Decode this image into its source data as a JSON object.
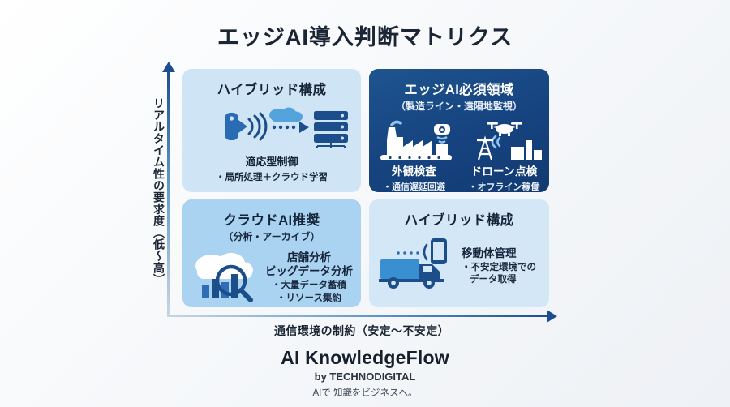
{
  "title": "エッジAI導入判断マトリクス",
  "axes": {
    "y_label": "リアルタイム性の要求度（低〜高）",
    "x_label": "通信環境の制約（安定〜不安定）"
  },
  "quadrants": {
    "top_left": {
      "title": "ハイブリッド構成",
      "caption": "適応型制御",
      "bullet": "・局所処理＋クラウド学習",
      "icons": [
        "sensor-icon",
        "cloud-icon",
        "dotted-arrow-icon",
        "server-rack-icon"
      ]
    },
    "top_right": {
      "title": "エッジAI必須領域",
      "subtitle": "（製造ライン・遠隔地監視）",
      "items": [
        {
          "heading": "外観検査",
          "bullet": "・通信遅延回避",
          "icon": "factory-camera-icon"
        },
        {
          "heading": "ドローン点検",
          "bullet": "・オフライン稼働",
          "icon": "drone-tower-icon"
        }
      ]
    },
    "bottom_left": {
      "title": "クラウドAI推奨",
      "subtitle": "（分析・アーカイブ）",
      "heading_1": "店舗分析",
      "heading_2": "ビッグデータ分析",
      "bullet_1": "・大量データ蓄積",
      "bullet_2": "・リソース集約",
      "icon": "cloud-analytics-icon"
    },
    "bottom_right": {
      "title": "ハイブリッド構成",
      "heading": "移動体管理",
      "bullet_line_1": "・不安定環境での",
      "bullet_line_2": "データ取得",
      "icon": "truck-mobile-icon"
    }
  },
  "footer": {
    "brand": "AI KnowledgeFlow",
    "by": "by TECHNODIGITAL",
    "tagline": "AIで 知識をビジネスへ。"
  },
  "colors": {
    "navy": "#16437f",
    "light_blue": "#cfe5f6",
    "mid_blue": "#a9d3f0",
    "pale_blue": "#d3e7f6",
    "accent": "#1c4e8f"
  }
}
